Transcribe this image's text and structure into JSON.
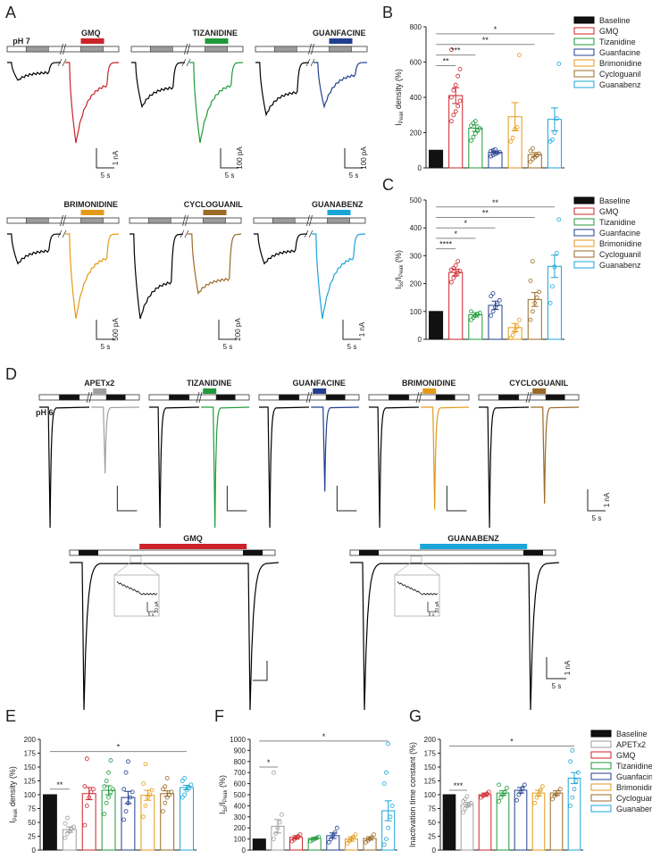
{
  "panels": {
    "A": "A",
    "B": "B",
    "C": "C",
    "D": "D",
    "E": "E",
    "F": "F",
    "G": "G"
  },
  "colors": {
    "baseline": "#000000",
    "apetx2": "#9e9e9e",
    "gmq": "#cc2229",
    "tizanidine": "#1f9a3a",
    "guanfacine": "#213f8f",
    "brimonidine": "#e39a18",
    "cycloguanil": "#9a6a26",
    "guanabenz": "#1aa5d8",
    "bar_grey": "#9b9b9b",
    "axis": "#222222"
  },
  "panel_A": {
    "ph_label": "pH 7",
    "traces": [
      {
        "drug": "GMQ",
        "color_key": "gmq",
        "scale_y": "1 nA",
        "scale_x": "5 s",
        "base_depth": 0.22,
        "drug_depth": 1.0
      },
      {
        "drug": "TIZANIDINE",
        "color_key": "tizanidine",
        "scale_y": "100 pA",
        "scale_x": "5 s",
        "base_depth": 0.55,
        "drug_depth": 1.0
      },
      {
        "drug": "GUANFACINE",
        "color_key": "guanfacine",
        "scale_y": "100 pA",
        "scale_x": "5 s",
        "base_depth": 0.65,
        "drug_depth": 0.55
      },
      {
        "drug": "BRIMONIDINE",
        "color_key": "brimonidine",
        "scale_y": "500 pA",
        "scale_x": "5 s",
        "base_depth": 0.35,
        "drug_depth": 1.0
      },
      {
        "drug": "CYCLOGUANIL",
        "color_key": "cycloguanil",
        "scale_y": "200 pA",
        "scale_x": "5 s",
        "base_depth": 1.0,
        "drug_depth": 0.7
      },
      {
        "drug": "GUANABENZ",
        "color_key": "guanabenz",
        "scale_y": "1 nA",
        "scale_x": "5 s",
        "base_depth": 0.35,
        "drug_depth": 1.0
      }
    ]
  },
  "panel_D": {
    "ph_label": "pH 6",
    "traces": [
      {
        "drug": "APETx2",
        "color_key": "apetx2",
        "drug_depth": 0.55
      },
      {
        "drug": "TIZANIDINE",
        "color_key": "tizanidine",
        "drug_depth": 1.0
      },
      {
        "drug": "GUANFACINE",
        "color_key": "guanfacine",
        "drug_depth": 0.7
      },
      {
        "drug": "BRIMONIDINE",
        "color_key": "brimonidine",
        "drug_depth": 0.85
      },
      {
        "drug": "CYCLOGUANIL",
        "color_key": "cycloguanil",
        "drug_depth": 0.8
      }
    ],
    "scale_y": "1 nA",
    "scale_x": "5 s",
    "long": [
      {
        "drug": "GMQ",
        "color_key": "gmq",
        "inset_scale_y": "20 pA",
        "inset_scale_x": "5 s"
      },
      {
        "drug": "GUANABENZ",
        "color_key": "guanabenz",
        "inset_scale_y": "20 pA",
        "inset_scale_x": "5 s"
      }
    ],
    "long_scale_y": "1 nA",
    "long_scale_x": "5 s"
  },
  "legend_BC": [
    "Baseline",
    "GMQ",
    "Tizanidine",
    "Guanfacine",
    "Brimonidine",
    "Cycloguanil",
    "Guanabenz"
  ],
  "legend_EFG": [
    "Baseline",
    "APETx2",
    "GMQ",
    "Tizanidine",
    "Guanfacine",
    "Brimonidine",
    "Cycloguanil",
    "Guanabenz"
  ],
  "chart_data": [
    {
      "panel": "B",
      "type": "bar",
      "ylabel": "I_Peak density (%)",
      "ylim": [
        0,
        800
      ],
      "yticks": [
        0,
        200,
        400,
        600,
        800
      ],
      "categories": [
        "Baseline",
        "GMQ",
        "Tizanidine",
        "Guanfacine",
        "Brimonidine",
        "Cycloguanil",
        "Guanabenz"
      ],
      "values": [
        100,
        410,
        225,
        88,
        290,
        75,
        275
      ],
      "errors": [
        0,
        45,
        18,
        8,
        80,
        12,
        65
      ],
      "points": [
        [],
        [
          265,
          300,
          320,
          350,
          380,
          400,
          440,
          470,
          520,
          560,
          670
        ],
        [
          155,
          175,
          195,
          210,
          225,
          240,
          255,
          265
        ],
        [
          65,
          72,
          78,
          85,
          90,
          95,
          100,
          105
        ],
        [
          150,
          170,
          220,
          230,
          640
        ],
        [
          35,
          50,
          60,
          70,
          80,
          95,
          110
        ],
        [
          150,
          160,
          200,
          280,
          590
        ]
      ],
      "sig": [
        {
          "from": 0,
          "to": 1,
          "label": "**"
        },
        {
          "from": 0,
          "to": 2,
          "label": "***"
        },
        {
          "from": 0,
          "to": 5,
          "label": "**"
        },
        {
          "from": 0,
          "to": 6,
          "label": "*"
        }
      ]
    },
    {
      "panel": "C",
      "type": "bar",
      "ylabel": "I_5s/I_Peak (%)",
      "ylim": [
        0,
        500
      ],
      "yticks": [
        0,
        100,
        200,
        300,
        400,
        500
      ],
      "categories": [
        "Baseline",
        "GMQ",
        "Tizanidine",
        "Guanfacine",
        "Brimonidine",
        "Cycloguanil",
        "Guanabenz"
      ],
      "values": [
        100,
        240,
        88,
        122,
        42,
        143,
        262
      ],
      "errors": [
        0,
        12,
        8,
        15,
        15,
        25,
        40
      ],
      "points": [
        [],
        [
          205,
          220,
          230,
          240,
          245,
          250,
          255,
          265,
          280
        ],
        [
          70,
          78,
          85,
          90,
          95,
          100
        ],
        [
          85,
          100,
          115,
          125,
          140,
          155,
          165
        ],
        [
          5,
          15,
          30,
          45,
          70
        ],
        [
          70,
          100,
          130,
          150,
          170,
          210,
          280
        ],
        [
          130,
          190,
          260,
          310,
          430
        ]
      ],
      "sig": [
        {
          "from": 0,
          "to": 1,
          "label": "****"
        },
        {
          "from": 0,
          "to": 2,
          "label": "*"
        },
        {
          "from": 0,
          "to": 3,
          "label": "*"
        },
        {
          "from": 0,
          "to": 5,
          "label": "**"
        },
        {
          "from": 0,
          "to": 6,
          "label": "**"
        }
      ]
    },
    {
      "panel": "E",
      "type": "bar",
      "ylabel": "I_Peak density (%)",
      "ylim": [
        0,
        200
      ],
      "yticks": [
        0,
        25,
        50,
        75,
        100,
        125,
        150,
        175,
        200
      ],
      "categories": [
        "Baseline",
        "APETx2",
        "GMQ",
        "Tizanidine",
        "Guanfacine",
        "Brimonidine",
        "Cycloguanil",
        "Guanabenz"
      ],
      "values": [
        100,
        37,
        102,
        108,
        95,
        99,
        102,
        113
      ],
      "errors": [
        0,
        5,
        11,
        8,
        11,
        9,
        5,
        4
      ],
      "points": [
        [],
        [
          22,
          30,
          34,
          38,
          42,
          48,
          58
        ],
        [
          45,
          80,
          95,
          105,
          110,
          115,
          165
        ],
        [
          65,
          85,
          95,
          105,
          110,
          115,
          125,
          140,
          162
        ],
        [
          55,
          70,
          85,
          95,
          105,
          110,
          140,
          160
        ],
        [
          60,
          80,
          95,
          100,
          108,
          120,
          155
        ],
        [
          70,
          85,
          95,
          100,
          105,
          110,
          115,
          130
        ],
        [
          95,
          100,
          108,
          112,
          118,
          125,
          130
        ]
      ],
      "sig": [
        {
          "from": 0,
          "to": 1,
          "label": "**"
        },
        {
          "from": 0,
          "to": 7,
          "label": "*"
        }
      ]
    },
    {
      "panel": "F",
      "type": "bar",
      "ylabel": "I_5s/I_Peak (%)",
      "ylim": [
        0,
        1000
      ],
      "yticks": [
        0,
        100,
        200,
        300,
        400,
        500,
        600,
        700,
        800,
        900,
        1000
      ],
      "categories": [
        "Baseline",
        "APETx2",
        "GMQ",
        "Tizanidine",
        "Guanfacine",
        "Brimonidine",
        "Cycloguanil",
        "Guanabenz"
      ],
      "values": [
        100,
        215,
        115,
        105,
        130,
        100,
        105,
        355
      ],
      "errors": [
        0,
        60,
        15,
        10,
        25,
        20,
        15,
        90
      ],
      "points": [
        [],
        [
          100,
          150,
          200,
          250,
          320,
          700
        ],
        [
          80,
          95,
          110,
          125,
          140
        ],
        [
          80,
          90,
          100,
          110,
          120
        ],
        [
          70,
          100,
          130,
          160,
          200
        ],
        [
          60,
          80,
          100,
          120,
          140
        ],
        [
          70,
          85,
          100,
          115,
          140
        ],
        [
          50,
          100,
          200,
          300,
          400,
          600,
          700,
          960
        ]
      ],
      "sig": [
        {
          "from": 0,
          "to": 1,
          "label": "*"
        },
        {
          "from": 0,
          "to": 7,
          "label": "*"
        }
      ]
    },
    {
      "panel": "G",
      "type": "bar",
      "ylabel": "Inactivation time constant (%)",
      "ylim": [
        0,
        200
      ],
      "yticks": [
        0,
        25,
        50,
        75,
        100,
        125,
        150,
        175,
        200
      ],
      "categories": [
        "Baseline",
        "APETx2",
        "GMQ",
        "Tizanidine",
        "Guanfacine",
        "Brimonidine",
        "Cycloguanil",
        "Guanabenz"
      ],
      "values": [
        100,
        82,
        100,
        103,
        108,
        103,
        103,
        130
      ],
      "errors": [
        0,
        4,
        3,
        4,
        5,
        5,
        4,
        10
      ],
      "points": [
        [],
        [
          68,
          75,
          80,
          83,
          85,
          88,
          92,
          97
        ],
        [
          95,
          98,
          100,
          102,
          105
        ],
        [
          88,
          95,
          100,
          105,
          112,
          118
        ],
        [
          90,
          100,
          105,
          112,
          118
        ],
        [
          85,
          95,
          100,
          108,
          115
        ],
        [
          92,
          98,
          100,
          105,
          110
        ],
        [
          80,
          95,
          110,
          125,
          140,
          160,
          180
        ]
      ],
      "sig": [
        {
          "from": 0,
          "to": 1,
          "label": "***"
        },
        {
          "from": 0,
          "to": 7,
          "label": "*"
        }
      ]
    }
  ]
}
